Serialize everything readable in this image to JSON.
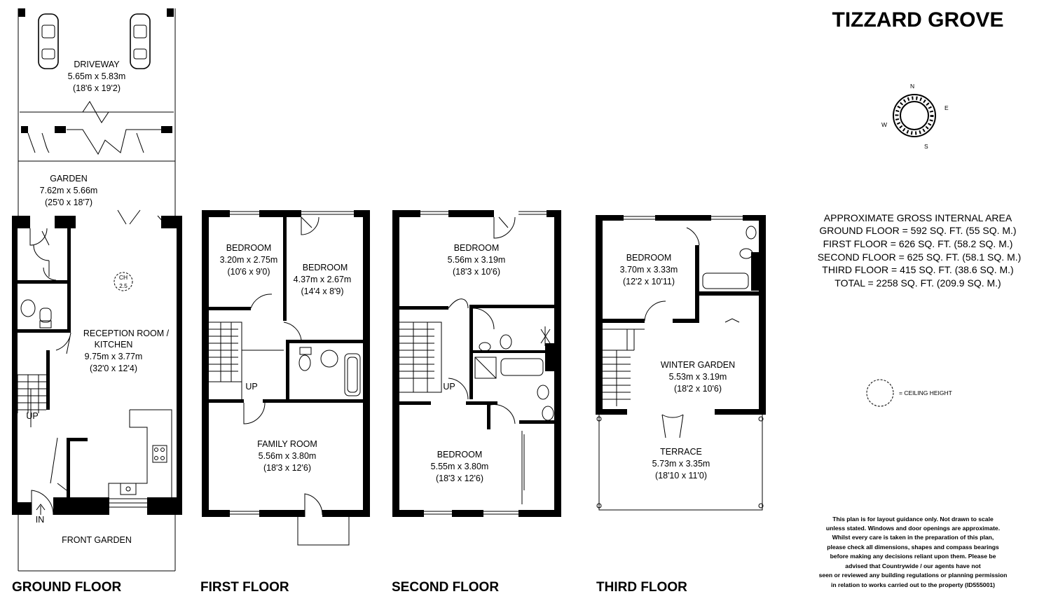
{
  "title": "TIZZARD GROVE",
  "floors": {
    "ground": "GROUND FLOOR",
    "first": "FIRST FLOOR",
    "second": "SECOND FLOOR",
    "third": "THIRD FLOOR"
  },
  "rooms": {
    "driveway": {
      "name": "DRIVEWAY",
      "metric": "5.65m x 5.83m",
      "imperial": "(18'6 x 19'2)"
    },
    "garden": {
      "name": "GARDEN",
      "metric": "7.62m x 5.66m",
      "imperial": "(25'0 x 18'7)"
    },
    "reception": {
      "name": "RECEPTION ROOM /",
      "name2": "KITCHEN",
      "metric": "9.75m x 3.77m",
      "imperial": "(32'0 x 12'4)"
    },
    "front_garden": {
      "name": "FRONT GARDEN"
    },
    "bed1_first": {
      "name": "BEDROOM",
      "metric": "3.20m x 2.75m",
      "imperial": "(10'6 x 9'0)"
    },
    "bed2_first": {
      "name": "BEDROOM",
      "metric": "4.37m x 2.67m",
      "imperial": "(14'4 x 8'9)"
    },
    "family": {
      "name": "FAMILY ROOM",
      "metric": "5.56m x 3.80m",
      "imperial": "(18'3 x 12'6)"
    },
    "bed1_second": {
      "name": "BEDROOM",
      "metric": "5.56m x 3.19m",
      "imperial": "(18'3 x 10'6)"
    },
    "bed2_second": {
      "name": "BEDROOM",
      "metric": "5.55m x 3.80m",
      "imperial": "(18'3 x 12'6)"
    },
    "bed_third": {
      "name": "BEDROOM",
      "metric": "3.70m x 3.33m",
      "imperial": "(12'2 x 10'11)"
    },
    "winter_garden": {
      "name": "WINTER GARDEN",
      "metric": "5.53m x 3.19m",
      "imperial": "(18'2 x 10'6)"
    },
    "terrace": {
      "name": "TERRACE",
      "metric": "5.73m x 3.35m",
      "imperial": "(18'10 x 11'0)"
    }
  },
  "labels": {
    "up": "UP",
    "in": "IN",
    "ch": "CH",
    "ch_value": "2.5"
  },
  "compass": {
    "n": "N",
    "e": "E",
    "s": "S",
    "w": "W"
  },
  "legend": {
    "ceiling_height": "= CEILING HEIGHT"
  },
  "area": {
    "heading": "APPROXIMATE GROSS INTERNAL AREA",
    "lines": [
      "GROUND FLOOR = 592 SQ. FT. (55 SQ. M.)",
      "FIRST FLOOR  = 626 SQ. FT. (58.2 SQ. M.)",
      "SECOND FLOOR = 625 SQ. FT. (58.1 SQ. M.)",
      "THIRD FLOOR = 415 SQ. FT. (38.6 SQ. M.)",
      "TOTAL =  2258 SQ. FT. (209.9 SQ. M.)"
    ]
  },
  "disclaimer": [
    "This plan is for layout guidance only. Not drawn to scale",
    "unless stated. Windows and door openings are approximate.",
    "Whilst every care is taken in the preparation of this plan,",
    "please check all dimensions, shapes and compass bearings",
    "before making any decisions reliant upon them. Please be",
    "advised that Countrywide / our agents have not",
    "seen or reviewed any building regulations or planning permission",
    "in relation to works carried out to the property (ID555001)"
  ]
}
